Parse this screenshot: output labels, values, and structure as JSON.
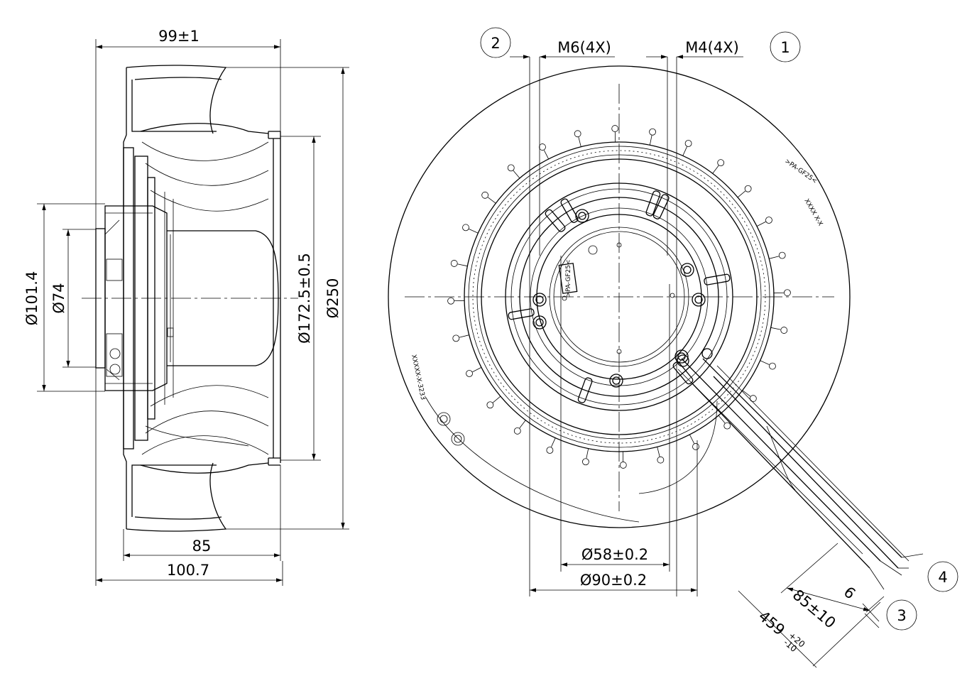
{
  "side_view": {
    "dim_width_top": "99±1",
    "dim_width_85": "85",
    "dim_width_100": "100.7",
    "dim_dia_101": "Ø101.4",
    "dim_dia_74": "Ø74",
    "dim_dia_172": "Ø172.5±0.5",
    "dim_dia_250": "Ø250"
  },
  "front_view": {
    "thread_m6": "M6(4X)",
    "thread_m4": "M4(4X)",
    "dim_dia_58": "Ø58±0.2",
    "dim_dia_90": "Ø90±0.2",
    "dim_cable_85": "85±10",
    "dim_cable_6": "6",
    "dim_cable_459": "459",
    "dim_cable_459_tol_upper": "+20",
    "dim_cable_459_tol_lower": "-10",
    "label_pa": ">PA-GF25<",
    "label_code": "XXXX X-X",
    "label_batch": "XXXXX-X-3233"
  },
  "callouts": [
    "1",
    "2",
    "3",
    "4"
  ]
}
